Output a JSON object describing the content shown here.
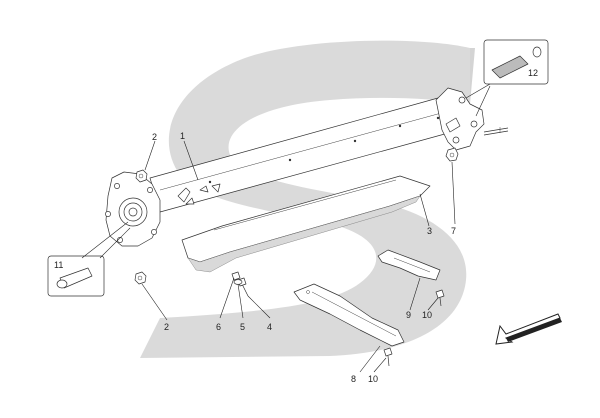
{
  "callouts": [
    {
      "id": "c1",
      "text": "1"
    },
    {
      "id": "c2a",
      "text": "2"
    },
    {
      "id": "c2b",
      "text": "2"
    },
    {
      "id": "c3",
      "text": "3"
    },
    {
      "id": "c4",
      "text": "4"
    },
    {
      "id": "c5",
      "text": "5"
    },
    {
      "id": "c6",
      "text": "6"
    },
    {
      "id": "c7",
      "text": "7"
    },
    {
      "id": "c8",
      "text": "8"
    },
    {
      "id": "c9",
      "text": "9"
    },
    {
      "id": "c10a",
      "text": "10"
    },
    {
      "id": "c10b",
      "text": "10"
    },
    {
      "id": "c11",
      "text": "11"
    },
    {
      "id": "c12",
      "text": "12"
    }
  ],
  "colors": {
    "watermark": "#d4d4d4",
    "line": "#333333"
  },
  "icons": {
    "direction": "front-direction-arrow-icon"
  }
}
